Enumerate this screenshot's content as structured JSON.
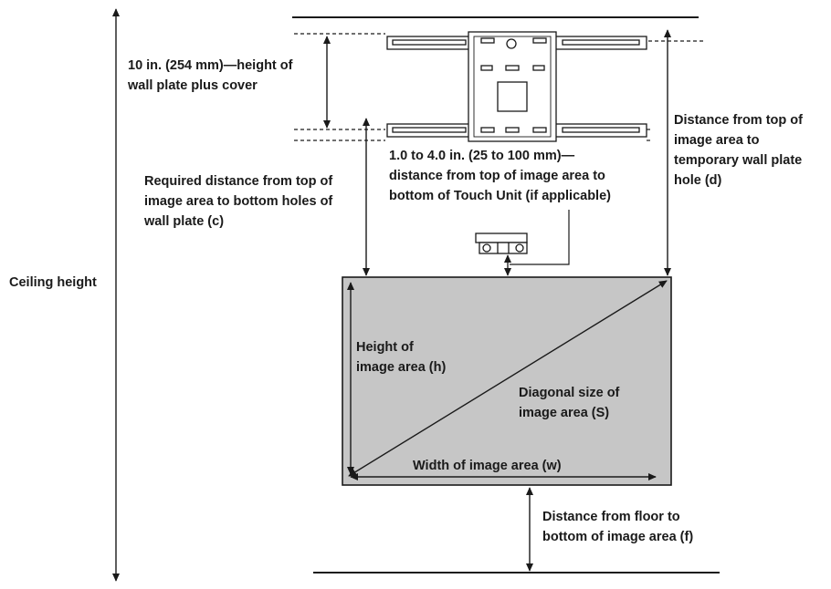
{
  "labels": {
    "ceiling_height": "Ceiling height",
    "wall_plate_height": "10 in. (254 mm)—height of\nwall plate plus cover",
    "dist_c": "Required distance from top of\nimage area to bottom holes of\nwall plate (c)",
    "touch_unit": "1.0 to 4.0 in. (25 to 100 mm)—\ndistance from top of image area to\nbottom of Touch Unit (if applicable)",
    "dist_d": "Distance from top of\nimage area to\ntemporary wall plate\nhole (d)",
    "height_h": "Height of\nimage area (h)",
    "diagonal_s": "Diagonal size of\nimage area (S)",
    "width_w": "Width of image area (w)",
    "dist_f": "Distance from floor to\nbottom of image area (f)"
  },
  "colors": {
    "line": "#1a1a1a",
    "screen_fill": "#c6c6c6",
    "plate_fill": "#ffffff"
  },
  "icons": [
    "wall-mount-plate-icon",
    "touch-unit-icon"
  ]
}
